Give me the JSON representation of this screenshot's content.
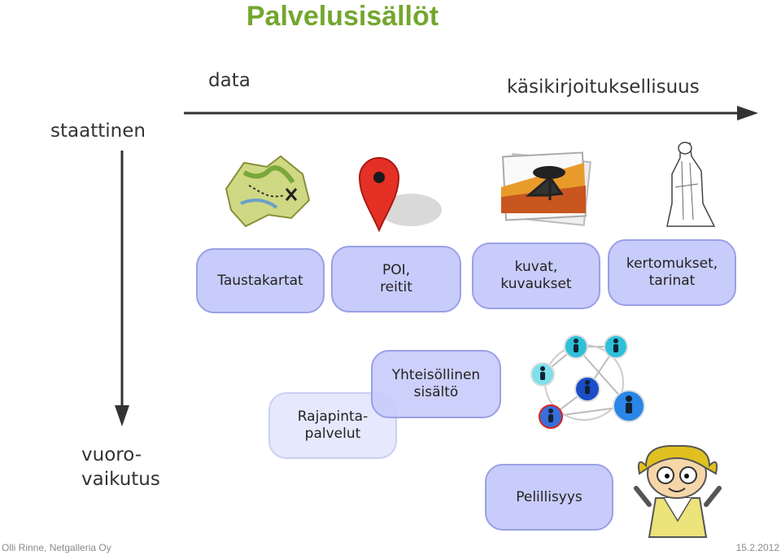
{
  "title": "Palvelusisällöt",
  "axes": {
    "x_start": "data",
    "x_end": "käsikirjoituksellisuus",
    "y_start": "staattinen",
    "y_end": "vuoro-\nvaikutus"
  },
  "boxes": {
    "taustakartat": "Taustakartat",
    "poi": "POI,\nreitit",
    "kuvat": "kuvat,\nkuvaukset",
    "kertomukset": "kertomukset,\ntarinat",
    "yhteisollinen": "Yhteisöllinen\nsisältö",
    "rajapinta": "Rajapinta-\npalvelut",
    "pelillisyys": "Pelillisyys"
  },
  "icons": [
    "treasure-map-icon",
    "map-pin-icon",
    "photo-icon",
    "statue-icon",
    "people-network-icon",
    "cartoon-character-icon"
  ],
  "footer": {
    "left": "Olli Rinne, Netgalleria Oy",
    "right": "15.2.2012"
  },
  "colors": {
    "title": "#74a62f",
    "box_fill": "#c8ccfa",
    "box_border": "#9aa0e6"
  }
}
